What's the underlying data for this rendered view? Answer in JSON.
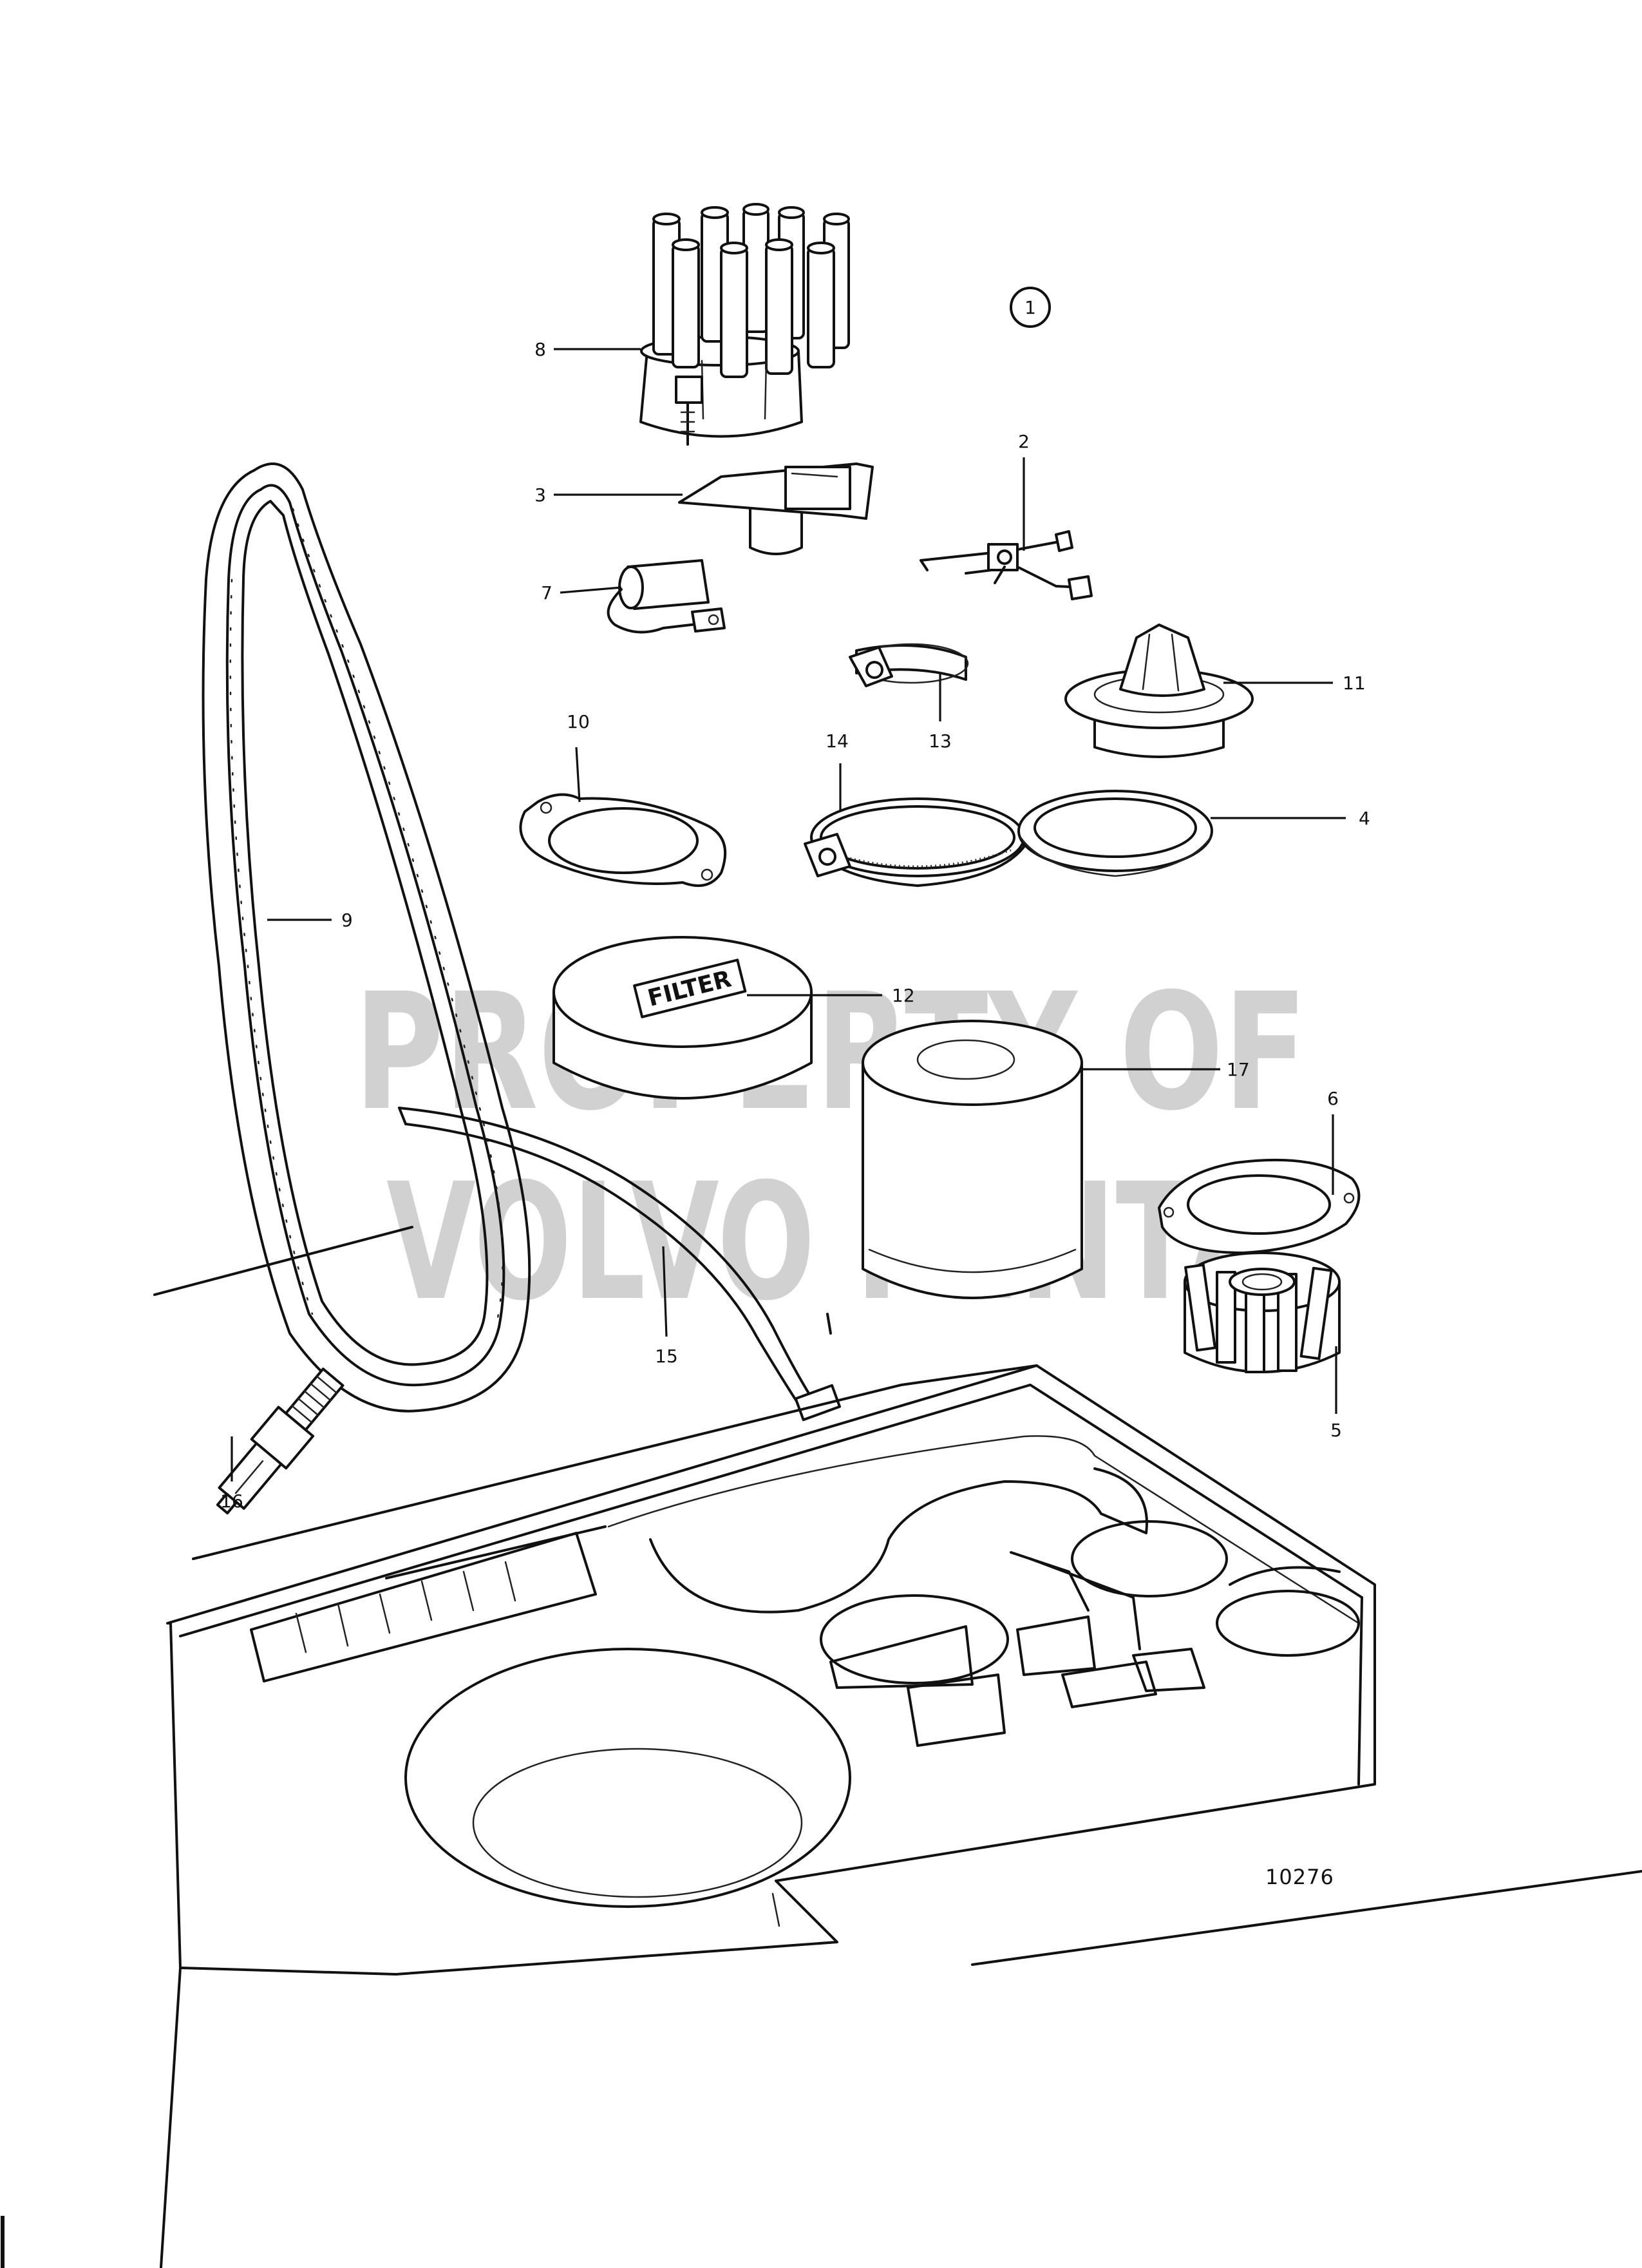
{
  "watermark": {
    "line1": "PROPERTY OF",
    "line2": "VOLVO PENTA"
  },
  "figure_number": "10276",
  "group_marker": "1",
  "filter_label": "FILTER",
  "callouts": [
    {
      "id": "c2",
      "text": "2"
    },
    {
      "id": "c3",
      "text": "3"
    },
    {
      "id": "c4",
      "text": "4"
    },
    {
      "id": "c5",
      "text": "5"
    },
    {
      "id": "c6",
      "text": "6"
    },
    {
      "id": "c7",
      "text": "7"
    },
    {
      "id": "c8",
      "text": "8"
    },
    {
      "id": "c9",
      "text": "9"
    },
    {
      "id": "c10",
      "text": "10"
    },
    {
      "id": "c11",
      "text": "11"
    },
    {
      "id": "c12",
      "text": "12"
    },
    {
      "id": "c13",
      "text": "13"
    },
    {
      "id": "c14",
      "text": "14"
    },
    {
      "id": "c15",
      "text": "15"
    },
    {
      "id": "c16",
      "text": "16"
    },
    {
      "id": "c17",
      "text": "17"
    }
  ]
}
